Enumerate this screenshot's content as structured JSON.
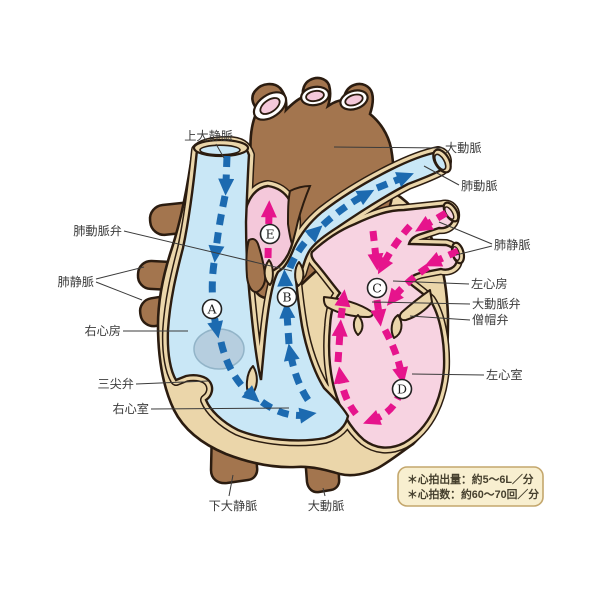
{
  "diagram": {
    "title": "heart blood-flow diagram",
    "labels": {
      "svc": {
        "text": "上大静脈"
      },
      "aorta_top": {
        "text": "大動脈"
      },
      "pa": {
        "text": "肺動脈"
      },
      "pv_right": {
        "text": "肺静脈"
      },
      "la": {
        "text": "左心房"
      },
      "av": {
        "text": "大動脈弁"
      },
      "mv": {
        "text": "僧帽弁"
      },
      "lv": {
        "text": "左心室"
      },
      "pvalve": {
        "text": "肺動脈弁"
      },
      "pv_left": {
        "text": "肺静脈"
      },
      "ra": {
        "text": "右心房"
      },
      "tv": {
        "text": "三尖弁"
      },
      "rv": {
        "text": "右心室"
      },
      "ivc": {
        "text": "下大静脈"
      },
      "aorta_bottom": {
        "text": "大動脈"
      }
    },
    "letters": {
      "a": "A",
      "b": "B",
      "c": "C",
      "d": "D",
      "e": "E"
    },
    "note": {
      "line1": "＊心拍出量：約5～6L／分",
      "line2": "＊心拍数：約60～70回／分"
    },
    "colors": {
      "vessel_brown": "#a3754e",
      "wall_beige": "#ebd6aa",
      "chamber_blue": "#c9e7f6",
      "chamber_pink": "#f7d3e1",
      "aorta_root_pink": "#f4c8da",
      "flow_blue": "#1c6ab0",
      "flow_magenta": "#e6148c",
      "outline_dark": "#2b1c10",
      "note_bg": "#f8efd0",
      "note_border": "#c4a76d"
    }
  }
}
